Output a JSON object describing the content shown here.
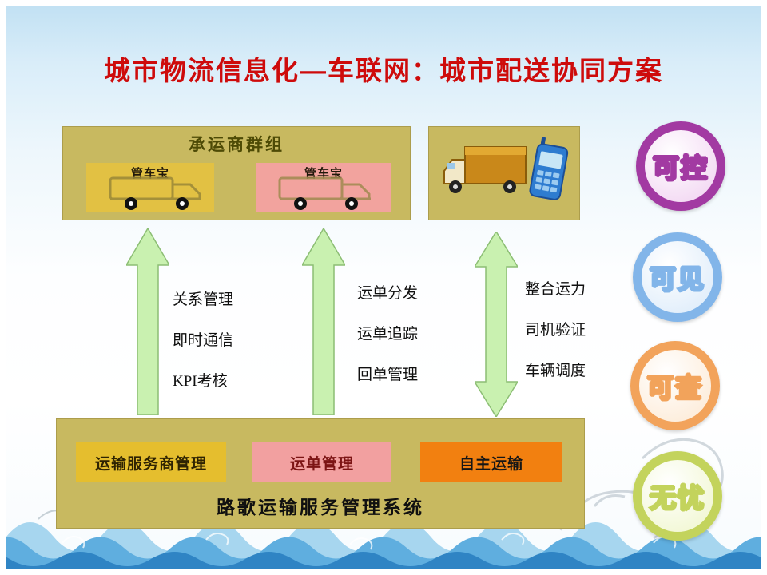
{
  "title": "城市物流信息化—车联网：城市配送协同方案",
  "carrier_group": {
    "label": "承运商群组",
    "apps": [
      {
        "label": "管车宝",
        "color": "#e2c143"
      },
      {
        "label": "管车宝",
        "color": "#f2a39e"
      }
    ]
  },
  "icons": [
    {
      "name": "truck-icon"
    },
    {
      "name": "truck-icon"
    },
    {
      "name": "truck-phone-icon"
    }
  ],
  "columns": [
    {
      "items": [
        "关系管理",
        "即时通信",
        "KPI考核"
      ]
    },
    {
      "items": [
        "运单分发",
        "运单追踪",
        "回单管理"
      ]
    },
    {
      "items": [
        "整合运力",
        "司机验证",
        "车辆调度"
      ]
    }
  ],
  "platform": {
    "modules": [
      {
        "label": "运输服务商管理",
        "color": "#e5be2e"
      },
      {
        "label": "运单管理",
        "color": "#f2a0a0"
      },
      {
        "label": "自主运输",
        "color": "#f28010"
      }
    ],
    "system_label": "路歌运输服务管理系统"
  },
  "badges": [
    {
      "label": "可控",
      "ring": "#a23aa2",
      "fill": "#f4dcf4"
    },
    {
      "label": "可见",
      "ring": "#82b5e9",
      "fill": "#e3effb"
    },
    {
      "label": "可查",
      "ring": "#f2a35b",
      "fill": "#fdeedd"
    },
    {
      "label": "无忧",
      "ring": "#c3d35c",
      "fill": "#f3f8d8"
    }
  ],
  "colors": {
    "title": "#ce0b0b",
    "panel": "#c8b960",
    "arrow_fill": "#c9f1b0",
    "arrow_stroke": "#8cbe74"
  }
}
